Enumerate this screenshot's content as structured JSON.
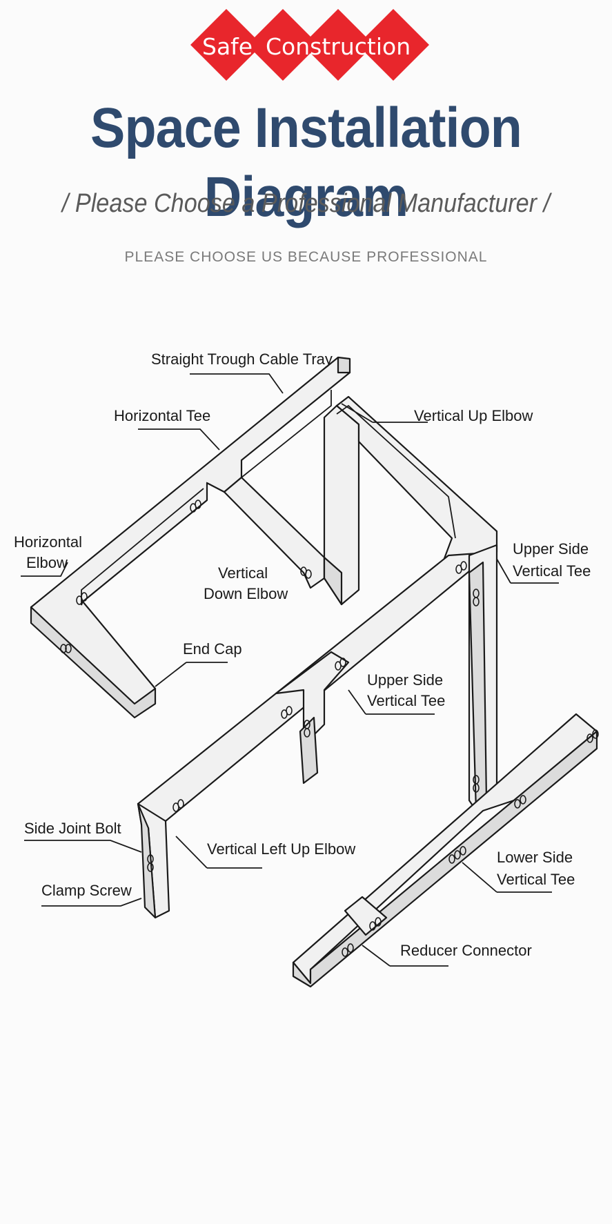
{
  "badge": {
    "word1": "Safe",
    "word2": "Construction",
    "color": "#e8262c"
  },
  "title": "Space Installation Diagram",
  "subtitle": "/ Please Choose a Professional Manufacturer /",
  "tagline": "PLEASE CHOOSE US BECAUSE PROFESSIONAL",
  "labels": {
    "straight_trough": "Straight Trough Cable Tray",
    "horizontal_tee": "Horizontal Tee",
    "vertical_up_elbow": "Vertical Up Elbow",
    "horizontal_elbow_1": "Horizontal",
    "horizontal_elbow_2": "Elbow",
    "vertical_down_elbow_1": "Vertical",
    "vertical_down_elbow_2": "Down Elbow",
    "upper_side_vertical_tee_a_1": "Upper Side",
    "upper_side_vertical_tee_a_2": "Vertical Tee",
    "end_cap": "End Cap",
    "upper_side_vertical_tee_b_1": "Upper Side",
    "upper_side_vertical_tee_b_2": "Vertical Tee",
    "side_joint_bolt": "Side Joint Bolt",
    "vertical_left_up_elbow": "Vertical Left Up Elbow",
    "clamp_screw": "Clamp Screw",
    "lower_side_vertical_tee_1": "Lower Side",
    "lower_side_vertical_tee_2": "Vertical Tee",
    "reducer_connector": "Reducer Connector"
  }
}
